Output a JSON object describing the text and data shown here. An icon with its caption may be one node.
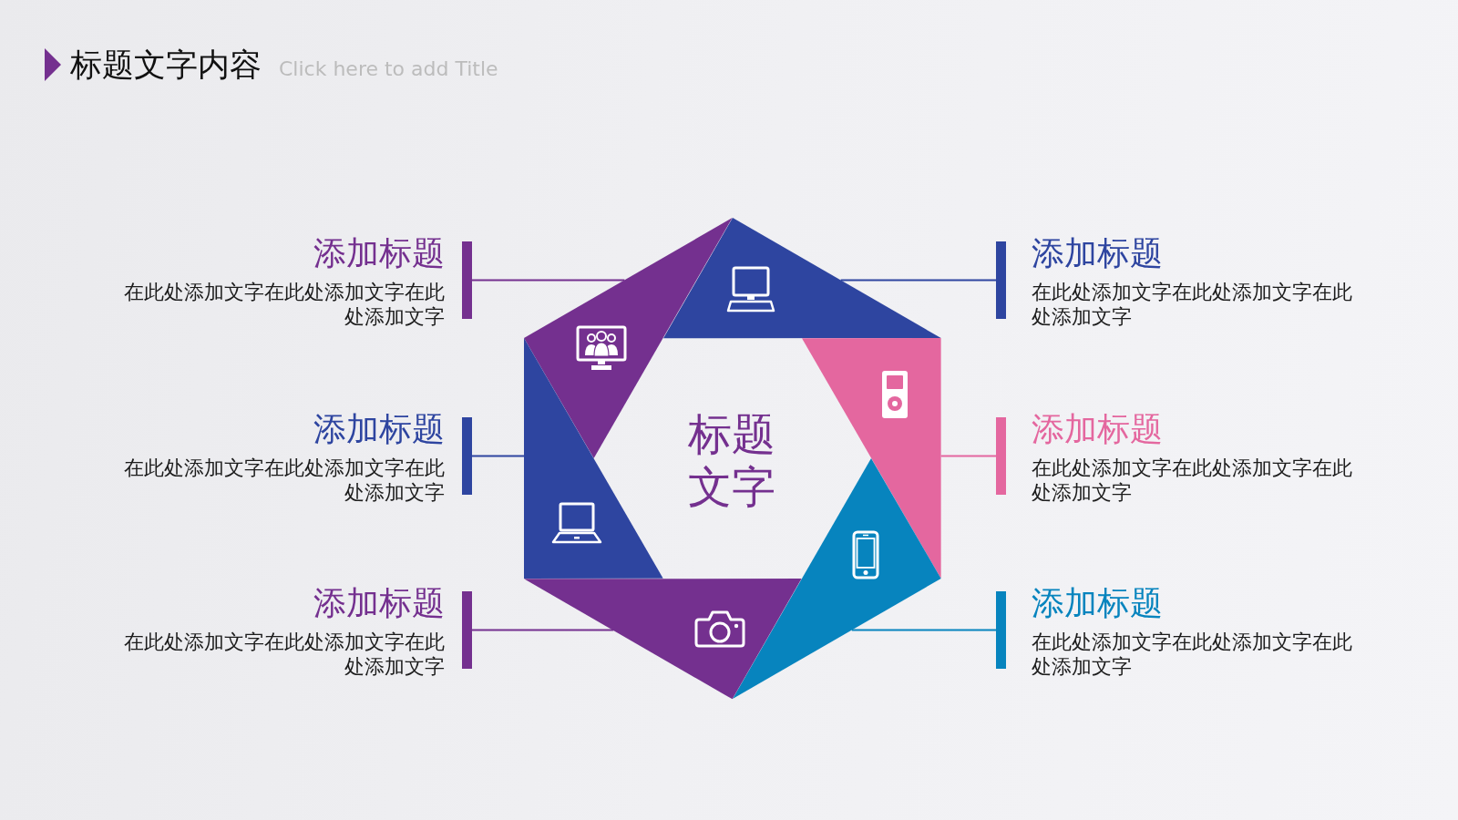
{
  "diagram": {
    "title": "标题文字内容",
    "nodes": [
      {
        "text": [
          "添加标题",
          "在此处添加文字在此处添加文字在此处添加文字"
        ]
      },
      {
        "text": [
          "添加标题",
          "在此处添加文字在此处添加文字在此处添加文字"
        ]
      },
      {
        "text": [
          "添加标题",
          "在此处添加文字在此处添加文字在此处添加文字"
        ]
      },
      {
        "text": [
          "添加标题",
          "在此处添加文字在此处添加文字在此处添加文字"
        ]
      },
      {
        "text": [
          "添加标题",
          "在此处添加文字在此处添加文字在此处添加文字"
        ]
      },
      {
        "text": [
          "添加标题",
          "在此处添加文字在此处添加文字在此处添加文字"
        ]
      },
      {
        "text": [],
        "shape": "triangle"
      },
      {
        "text": [],
        "shape": "triangle"
      },
      {
        "text": [],
        "shape": "triangle"
      },
      {
        "text": [],
        "shape": "triangle"
      },
      {
        "text": [],
        "shape": "triangle"
      },
      {
        "text": [],
        "shape": "triangle"
      },
      {
        "text": [
          "标题文字"
        ]
      }
    ],
    "edges": [
      {
        "from": 0,
        "to": 7,
        "arrow": "none",
        "color": "#74308f"
      },
      {
        "from": 1,
        "to": 6,
        "arrow": "none",
        "color": "#2e45a0"
      },
      {
        "from": 2,
        "to": 9,
        "arrow": "none",
        "color": "#2e45a0"
      },
      {
        "from": 3,
        "to": 8,
        "arrow": "none",
        "color": "#e4679f"
      },
      {
        "from": 4,
        "to": 11,
        "arrow": "none",
        "color": "#74308f"
      },
      {
        "from": 5,
        "to": 10,
        "arrow": "none",
        "color": "#0784be"
      }
    ],
    "labels": [
      "Click here to add Title"
    ]
  }
}
